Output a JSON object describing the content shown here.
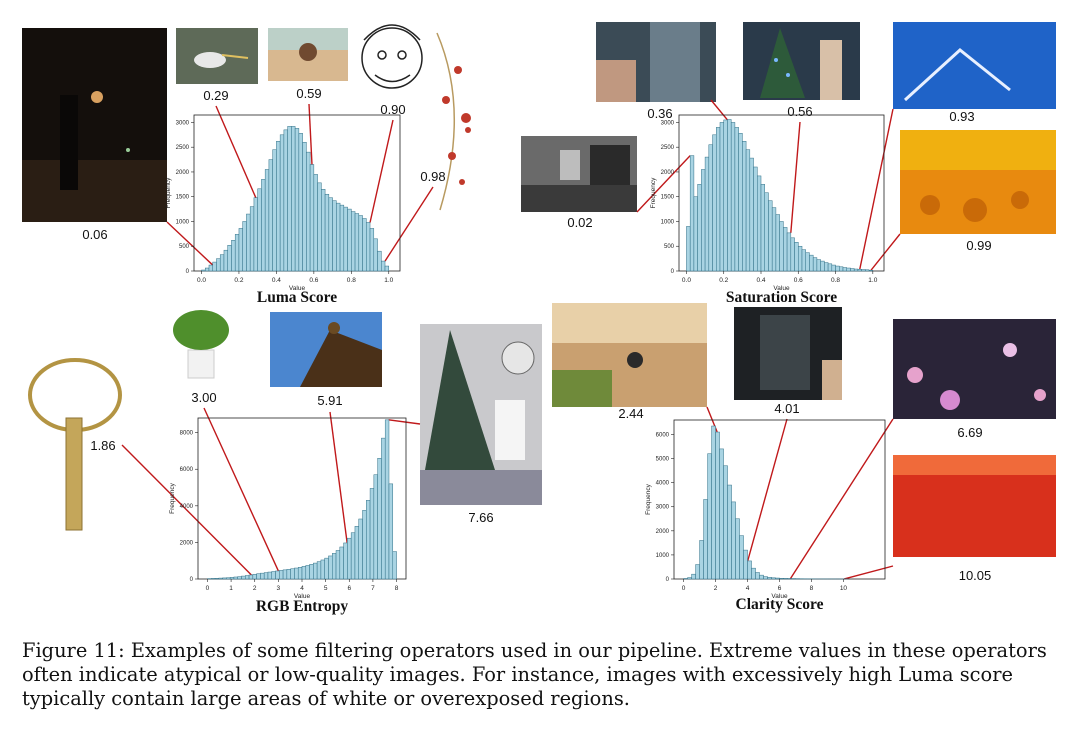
{
  "colors": {
    "bar_fill": "#a9d4e3",
    "bar_edge": "#2f6f86",
    "leader": "#c0191b",
    "axis": "#222222"
  },
  "caption": "Figure 11: Examples of some filtering operators used in our pipeline. Extreme values in these operators often indicate atypical or low-quality images. For instance, images with excessively high Luma score typically contain large areas of white or overexposed regions.",
  "chart_data": [
    {
      "type": "bar",
      "title": "Luma Score",
      "xlabel": "Value",
      "ylabel": "Frequency",
      "xlim": [
        -0.04,
        1.06
      ],
      "ylim": [
        0,
        3150
      ],
      "xticks": [
        "0.0",
        "0.2",
        "0.4",
        "0.6",
        "0.8",
        "1.0"
      ],
      "yticks": [
        "0",
        "500",
        "1000",
        "1500",
        "2000",
        "2500",
        "3000"
      ],
      "x": [
        0.0,
        0.02,
        0.04,
        0.06,
        0.08,
        0.1,
        0.12,
        0.14,
        0.16,
        0.18,
        0.2,
        0.22,
        0.24,
        0.26,
        0.28,
        0.3,
        0.32,
        0.34,
        0.36,
        0.38,
        0.4,
        0.42,
        0.44,
        0.46,
        0.48,
        0.5,
        0.52,
        0.54,
        0.56,
        0.58,
        0.6,
        0.62,
        0.64,
        0.66,
        0.68,
        0.7,
        0.72,
        0.74,
        0.76,
        0.78,
        0.8,
        0.82,
        0.84,
        0.86,
        0.88,
        0.9,
        0.92,
        0.94,
        0.96,
        0.98
      ],
      "values": [
        20,
        60,
        120,
        180,
        250,
        330,
        420,
        520,
        620,
        740,
        860,
        1000,
        1150,
        1300,
        1480,
        1660,
        1850,
        2050,
        2250,
        2450,
        2620,
        2750,
        2850,
        2920,
        2920,
        2880,
        2780,
        2600,
        2400,
        2150,
        1950,
        1780,
        1650,
        1550,
        1480,
        1420,
        1370,
        1330,
        1290,
        1250,
        1200,
        1160,
        1120,
        1060,
        980,
        860,
        650,
        400,
        200,
        100
      ],
      "bar_width": 0.02,
      "examples": [
        {
          "label": "0.06",
          "value": 0.06
        },
        {
          "label": "0.29",
          "value": 0.29
        },
        {
          "label": "0.59",
          "value": 0.59
        },
        {
          "label": "0.90",
          "value": 0.9
        },
        {
          "label": "0.98",
          "value": 0.98
        }
      ]
    },
    {
      "type": "bar",
      "title": "Saturation Score",
      "xlabel": "Value",
      "ylabel": "Frequency",
      "xlim": [
        -0.04,
        1.06
      ],
      "ylim": [
        0,
        3150
      ],
      "xticks": [
        "0.0",
        "0.2",
        "0.4",
        "0.6",
        "0.8",
        "1.0"
      ],
      "yticks": [
        "0",
        "500",
        "1000",
        "1500",
        "2000",
        "2500",
        "3000"
      ],
      "x": [
        0.0,
        0.02,
        0.04,
        0.06,
        0.08,
        0.1,
        0.12,
        0.14,
        0.16,
        0.18,
        0.2,
        0.22,
        0.24,
        0.26,
        0.28,
        0.3,
        0.32,
        0.34,
        0.36,
        0.38,
        0.4,
        0.42,
        0.44,
        0.46,
        0.48,
        0.5,
        0.52,
        0.54,
        0.56,
        0.58,
        0.6,
        0.62,
        0.64,
        0.66,
        0.68,
        0.7,
        0.72,
        0.74,
        0.76,
        0.78,
        0.8,
        0.82,
        0.84,
        0.86,
        0.88,
        0.9,
        0.92,
        0.94,
        0.96,
        0.98
      ],
      "values": [
        900,
        2330,
        1500,
        1750,
        2050,
        2300,
        2550,
        2750,
        2900,
        3000,
        3050,
        3060,
        3000,
        2900,
        2780,
        2620,
        2450,
        2280,
        2100,
        1920,
        1750,
        1580,
        1420,
        1280,
        1140,
        1000,
        880,
        770,
        670,
        580,
        500,
        430,
        370,
        320,
        270,
        230,
        200,
        170,
        145,
        120,
        100,
        85,
        70,
        60,
        50,
        40,
        35,
        30,
        25,
        15
      ],
      "bar_width": 0.02,
      "examples": [
        {
          "label": "0.02",
          "value": 0.02
        },
        {
          "label": "0.36",
          "value": 0.22
        },
        {
          "label": "0.56",
          "value": 0.56
        },
        {
          "label": "0.93",
          "value": 0.93
        },
        {
          "label": "0.99",
          "value": 0.99
        }
      ]
    },
    {
      "type": "bar",
      "title": "RGB Entropy",
      "xlabel": "Value",
      "ylabel": "Frequency",
      "xlim": [
        -0.4,
        8.4
      ],
      "ylim": [
        0,
        8800
      ],
      "xticks": [
        "0",
        "1",
        "2",
        "3",
        "4",
        "5",
        "6",
        "7",
        "8"
      ],
      "yticks": [
        "0",
        "2000",
        "4000",
        "6000",
        "8000"
      ],
      "x": [
        0.0,
        0.16,
        0.32,
        0.48,
        0.64,
        0.8,
        0.96,
        1.12,
        1.28,
        1.44,
        1.6,
        1.76,
        1.92,
        2.08,
        2.24,
        2.4,
        2.56,
        2.72,
        2.88,
        3.04,
        3.2,
        3.36,
        3.52,
        3.68,
        3.84,
        4.0,
        4.16,
        4.32,
        4.48,
        4.64,
        4.8,
        4.96,
        5.12,
        5.28,
        5.44,
        5.6,
        5.76,
        5.92,
        6.08,
        6.24,
        6.4,
        6.56,
        6.72,
        6.88,
        7.04,
        7.2,
        7.36,
        7.52,
        7.68,
        7.84
      ],
      "values": [
        20,
        30,
        40,
        50,
        60,
        70,
        90,
        110,
        130,
        160,
        190,
        220,
        260,
        290,
        320,
        350,
        380,
        410,
        440,
        470,
        500,
        530,
        560,
        600,
        640,
        690,
        740,
        800,
        870,
        950,
        1040,
        1140,
        1260,
        1400,
        1560,
        1750,
        1970,
        2230,
        2530,
        2880,
        3280,
        3750,
        4300,
        4950,
        5700,
        6600,
        7700,
        8700,
        5200,
        1500
      ],
      "bar_width": 0.16,
      "examples": [
        {
          "label": "1.86",
          "value": 1.86
        },
        {
          "label": "3.00",
          "value": 3.0
        },
        {
          "label": "5.91",
          "value": 5.91
        },
        {
          "label": "7.66",
          "value": 7.66
        }
      ]
    },
    {
      "type": "bar",
      "title": "Clarity Score",
      "xlabel": "Value",
      "ylabel": "Frequency",
      "xlim": [
        -0.6,
        12.6
      ],
      "ylim": [
        0,
        6600
      ],
      "xticks": [
        "0",
        "2",
        "4",
        "6",
        "8",
        "10"
      ],
      "yticks": [
        "0",
        "1000",
        "2000",
        "3000",
        "4000",
        "5000",
        "6000"
      ],
      "x": [
        0.0,
        0.25,
        0.5,
        0.75,
        1.0,
        1.25,
        1.5,
        1.75,
        2.0,
        2.25,
        2.5,
        2.75,
        3.0,
        3.25,
        3.5,
        3.75,
        4.0,
        4.25,
        4.5,
        4.75,
        5.0,
        5.25,
        5.5,
        5.75,
        6.0,
        6.25,
        6.5,
        6.75,
        7.0,
        7.25,
        7.5,
        7.75,
        8.0,
        8.25,
        8.5,
        8.75,
        9.0,
        9.25,
        9.5,
        9.75,
        10.0
      ],
      "values": [
        20,
        60,
        200,
        600,
        1600,
        3300,
        5200,
        6350,
        6100,
        5400,
        4700,
        3900,
        3200,
        2500,
        1800,
        1200,
        750,
        450,
        270,
        160,
        100,
        70,
        50,
        40,
        30,
        25,
        20,
        18,
        15,
        12,
        10,
        8,
        6,
        5,
        4,
        4,
        3,
        3,
        2,
        2,
        2
      ],
      "bar_width": 0.25,
      "examples": [
        {
          "label": "2.44",
          "value": 2.1
        },
        {
          "label": "4.01",
          "value": 4.01
        },
        {
          "label": "6.69",
          "value": 6.69
        },
        {
          "label": "10.05",
          "value": 10.05
        }
      ]
    }
  ]
}
